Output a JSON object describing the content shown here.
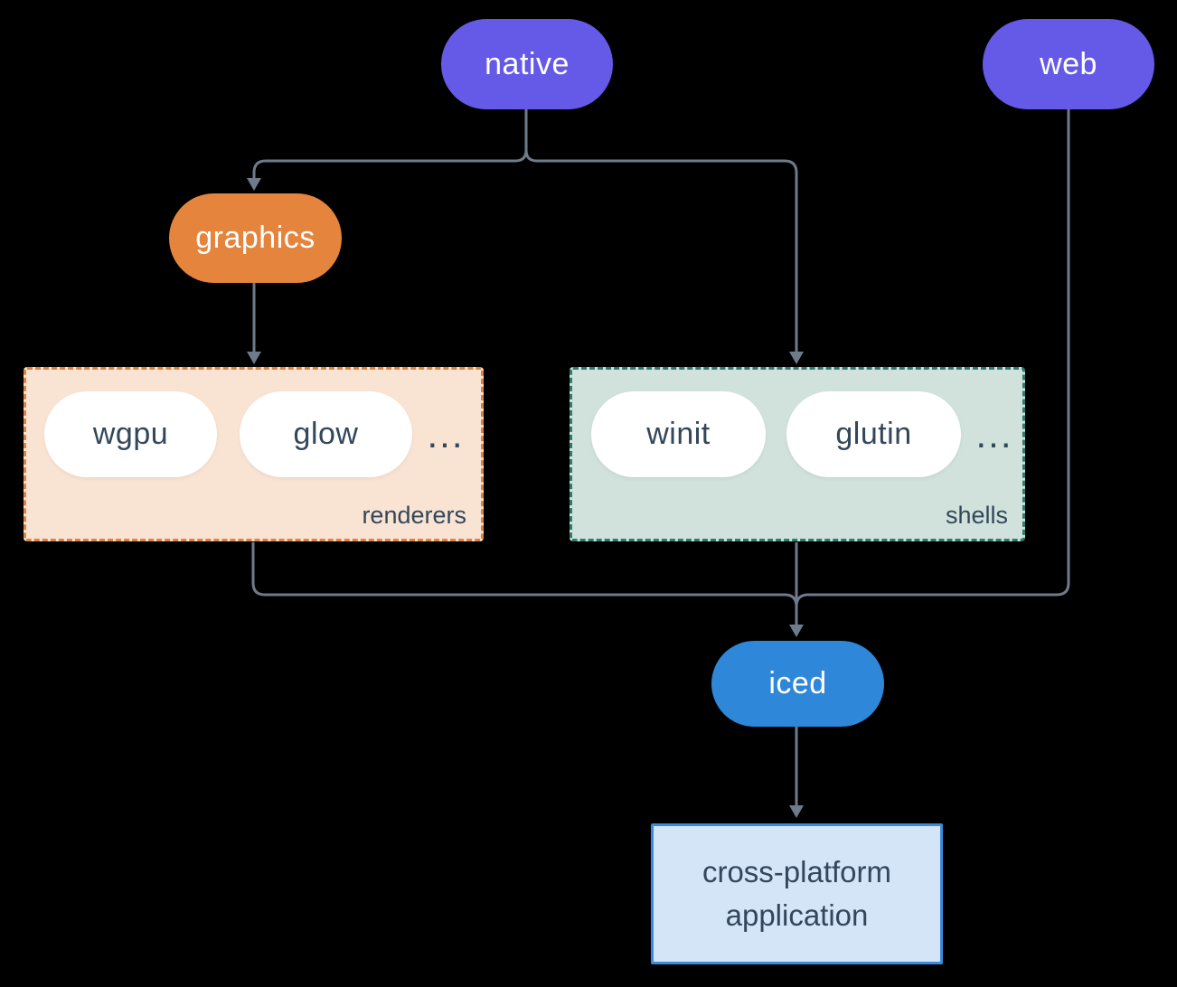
{
  "colors": {
    "background": "#000000",
    "platform_pill": "#6559e8",
    "graphics_pill": "#e5843c",
    "iced_pill": "#2e87d8",
    "white_pill": "#ffffff",
    "dark_text": "#33475a",
    "connector": "#6e7b8b",
    "renderers_fill": "#f9e3d3",
    "renderers_border": "#e2813c",
    "shells_fill": "#d0e2db",
    "shells_border": "#2e7a6c",
    "application_fill": "#d4e5f7",
    "application_border": "#3a8bdb"
  },
  "nodes": {
    "native": {
      "label": "native"
    },
    "web": {
      "label": "web"
    },
    "graphics": {
      "label": "graphics"
    },
    "iced": {
      "label": "iced"
    },
    "application": {
      "line1": "cross-platform",
      "line2": "application"
    }
  },
  "groups": {
    "renderers": {
      "label": "renderers",
      "items": [
        "wgpu",
        "glow"
      ],
      "ellipsis": "..."
    },
    "shells": {
      "label": "shells",
      "items": [
        "winit",
        "glutin"
      ],
      "ellipsis": "..."
    }
  }
}
